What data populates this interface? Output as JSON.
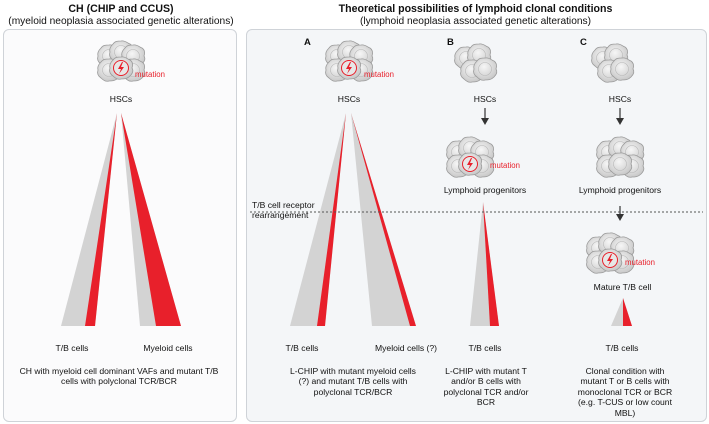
{
  "left": {
    "title": "CH (CHIP and CCUS)",
    "subtitle": "(myeloid neoplasia associated genetic alterations)",
    "hsc_label": "HSCs",
    "mutation_label": "mutation",
    "tb_cells": "T/B cells",
    "myeloid_cells": "Myeloid cells",
    "caption": "CH with myeloid cell dominant VAFs and mutant T/B cells with polyclonal TCR/BCR"
  },
  "right": {
    "title": "Theoretical possibilities of lymphoid clonal conditions",
    "subtitle": "(lymphoid neoplasia associated genetic alterations)",
    "rearrangement_label": "T/B cell receptor rearrangement",
    "columns": [
      {
        "letter": "A",
        "hsc_label": "HSCs",
        "mutation_label": "mutation",
        "tb_cells": "T/B cells",
        "myeloid_cells": "Myeloid cells (?)",
        "caption": "L-CHIP with mutant myeloid cells (?) and mutant T/B cells with polyclonal TCR/BCR"
      },
      {
        "letter": "B",
        "hsc_label": "HSCs",
        "progenitor_label": "Lymphoid progenitors",
        "mutation_label": "mutation",
        "tb_cells": "T/B cells",
        "caption": "L-CHIP with mutant T and/or B cells with polyclonal TCR and/or BCR"
      },
      {
        "letter": "C",
        "hsc_label": "HSCs",
        "progenitor_label": "Lymphoid progenitors",
        "mature_label": "Mature T/B cell",
        "mutation_label": "mutation",
        "tb_cells": "T/B cells",
        "caption": "Clonal condition with mutant T or B cells with monoclonal TCR or BCR (e.g. T-CUS or low count MBL)"
      }
    ]
  },
  "colors": {
    "red": "#e8202b",
    "gray": "#d3d3d3",
    "cell_fill": "#e6e6e6",
    "cell_stroke": "#9a9a9a"
  }
}
